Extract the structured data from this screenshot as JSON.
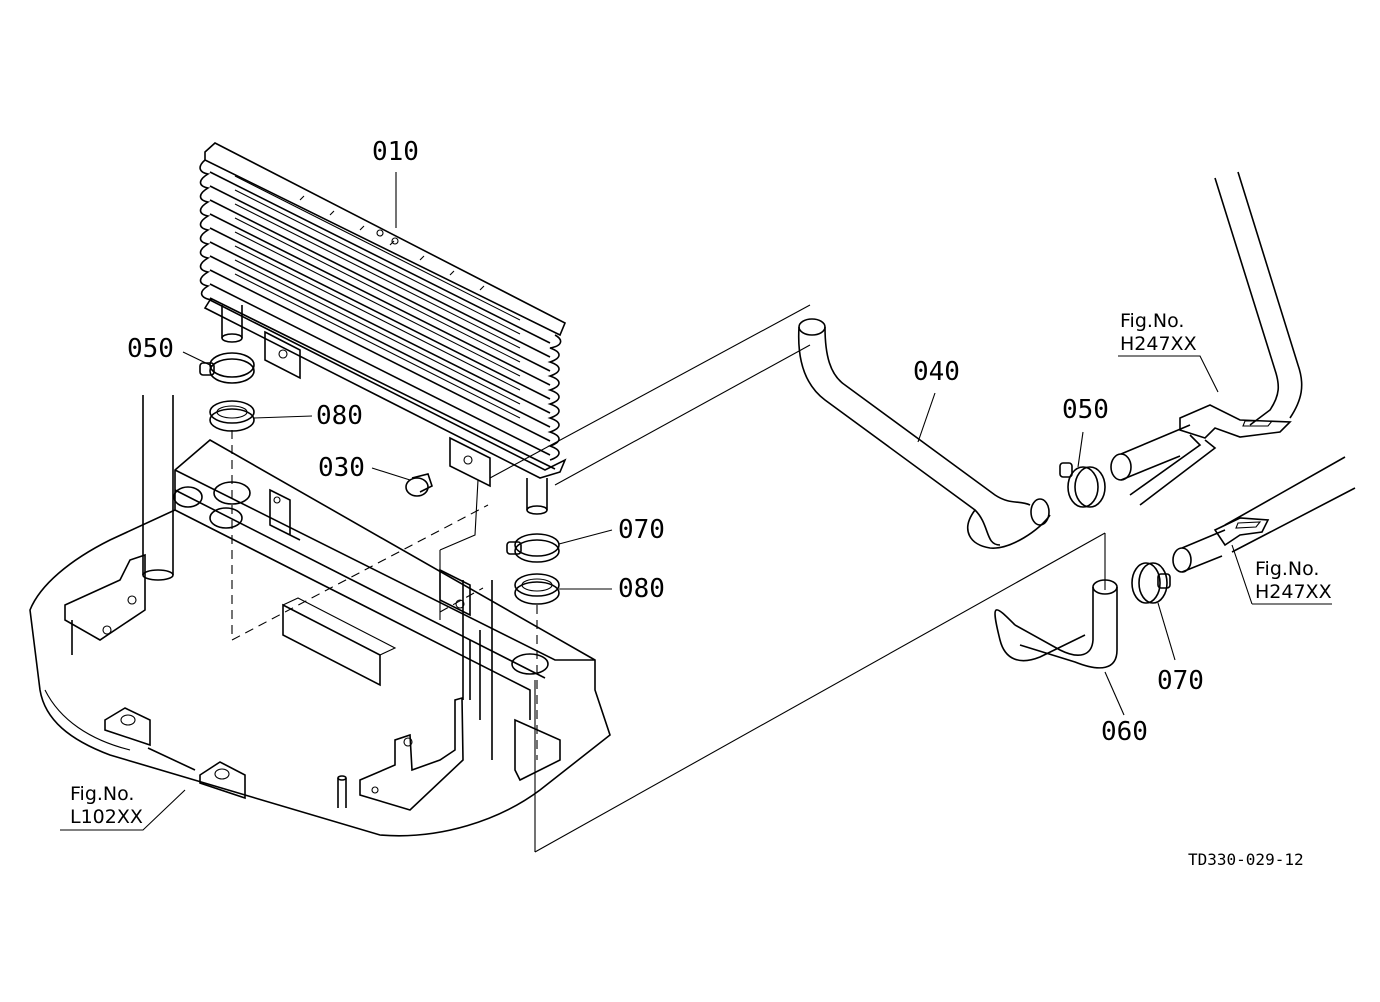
{
  "callouts": {
    "c010": "010",
    "c050a": "050",
    "c080a": "080",
    "c030": "030",
    "c070a": "070",
    "c080b": "080",
    "c040": "040",
    "c050b": "050",
    "c060": "060",
    "c070b": "070"
  },
  "figure_refs": {
    "ref1": {
      "label": "Fig.No.",
      "number": "H247XX"
    },
    "ref2": {
      "label": "Fig.No.",
      "number": "H247XX"
    },
    "ref3": {
      "label": "Fig.No.",
      "number": "L102XX"
    }
  },
  "drawing_code": "TD330-029-12"
}
